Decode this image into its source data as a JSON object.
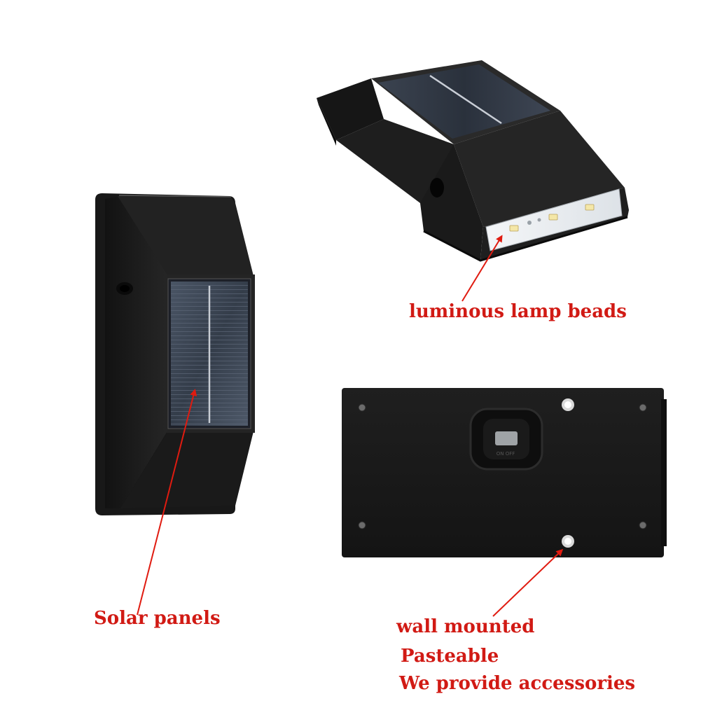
{
  "labels": {
    "lamp_beads": "luminous lamp beads",
    "solar_panels": "Solar panels",
    "wall_mounted": "wall mounted",
    "pasteable": "Pasteable",
    "accessories": "We provide accessories"
  },
  "colors": {
    "label_red": "#d11a14",
    "arrow_red": "#e01b10",
    "housing": "#1c1c1c",
    "housing_dark": "#0f0f0f",
    "housing_light": "#2c2c2c",
    "panel": "#3a4452",
    "background": "#ffffff"
  }
}
